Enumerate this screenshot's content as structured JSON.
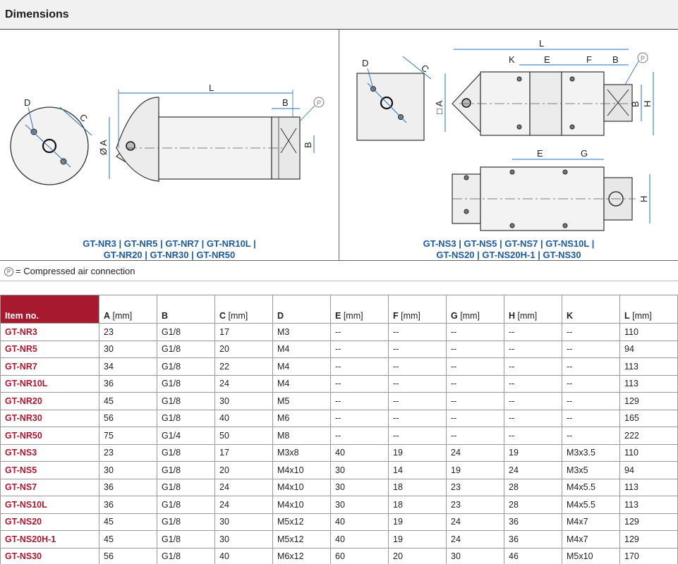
{
  "heading": "Dimensions",
  "left_caption": {
    "line1": [
      "GT-NR3",
      "GT-NR5",
      "GT-NR7",
      "GT-NR10L"
    ],
    "line2": [
      "GT-NR20",
      "GT-NR30",
      "GT-NR50"
    ]
  },
  "right_caption": {
    "line1": [
      "GT-NS3",
      "GT-NS5",
      "GT-NS7",
      "GT-NS10L"
    ],
    "line2": [
      "GT-NS20",
      "GT-NS20H-1",
      "GT-NS30"
    ]
  },
  "separator": "|",
  "drawing_labels": {
    "D": "D",
    "C": "C",
    "L": "L",
    "B": "B",
    "A_dia": "Ø A",
    "A_sq": "□ A",
    "K": "K",
    "E": "E",
    "F": "F",
    "G": "G",
    "H": "H",
    "P": "P"
  },
  "legend": {
    "symbol": "P",
    "text": "= Compressed air connection"
  },
  "table": {
    "headers": [
      {
        "name": "Item no.",
        "unit": ""
      },
      {
        "name": "A",
        "unit": " [mm]"
      },
      {
        "name": "B",
        "unit": ""
      },
      {
        "name": "C",
        "unit": " [mm]"
      },
      {
        "name": "D",
        "unit": ""
      },
      {
        "name": "E",
        "unit": " [mm]"
      },
      {
        "name": "F",
        "unit": " [mm]"
      },
      {
        "name": "G",
        "unit": " [mm]"
      },
      {
        "name": "H",
        "unit": " [mm]"
      },
      {
        "name": "K",
        "unit": ""
      },
      {
        "name": "L",
        "unit": " [mm]"
      }
    ],
    "rows": [
      [
        "GT-NR3",
        "23",
        "G1/8",
        "17",
        "M3",
        "--",
        "--",
        "--",
        "--",
        "--",
        "110"
      ],
      [
        "GT-NR5",
        "30",
        "G1/8",
        "20",
        "M4",
        "--",
        "--",
        "--",
        "--",
        "--",
        "94"
      ],
      [
        "GT-NR7",
        "34",
        "G1/8",
        "22",
        "M4",
        "--",
        "--",
        "--",
        "--",
        "--",
        "113"
      ],
      [
        "GT-NR10L",
        "36",
        "G1/8",
        "24",
        "M4",
        "--",
        "--",
        "--",
        "--",
        "--",
        "113"
      ],
      [
        "GT-NR20",
        "45",
        "G1/8",
        "30",
        "M5",
        "--",
        "--",
        "--",
        "--",
        "--",
        "129"
      ],
      [
        "GT-NR30",
        "56",
        "G1/8",
        "40",
        "M6",
        "--",
        "--",
        "--",
        "--",
        "--",
        "165"
      ],
      [
        "GT-NR50",
        "75",
        "G1/4",
        "50",
        "M8",
        "--",
        "--",
        "--",
        "--",
        "--",
        "222"
      ],
      [
        "GT-NS3",
        "23",
        "G1/8",
        "17",
        "M3x8",
        "40",
        "19",
        "24",
        "19",
        "M3x3.5",
        "110"
      ],
      [
        "GT-NS5",
        "30",
        "G1/8",
        "20",
        "M4x10",
        "30",
        "14",
        "19",
        "24",
        "M3x5",
        "94"
      ],
      [
        "GT-NS7",
        "36",
        "G1/8",
        "24",
        "M4x10",
        "30",
        "18",
        "23",
        "28",
        "M4x5.5",
        "113"
      ],
      [
        "GT-NS10L",
        "36",
        "G1/8",
        "24",
        "M4x10",
        "30",
        "18",
        "23",
        "28",
        "M4x5.5",
        "113"
      ],
      [
        "GT-NS20",
        "45",
        "G1/8",
        "30",
        "M5x12",
        "40",
        "19",
        "24",
        "36",
        "M4x7",
        "129"
      ],
      [
        "GT-NS20H-1",
        "45",
        "G1/8",
        "30",
        "M5x12",
        "40",
        "19",
        "24",
        "36",
        "M4x7",
        "129"
      ],
      [
        "GT-NS30",
        "56",
        "G1/8",
        "40",
        "M6x12",
        "60",
        "20",
        "30",
        "46",
        "M5x10",
        "170"
      ]
    ]
  },
  "colors": {
    "accent": "#a6192e",
    "caption_blue": "#1e5b9c",
    "dim_blue": "#2a6db5"
  }
}
